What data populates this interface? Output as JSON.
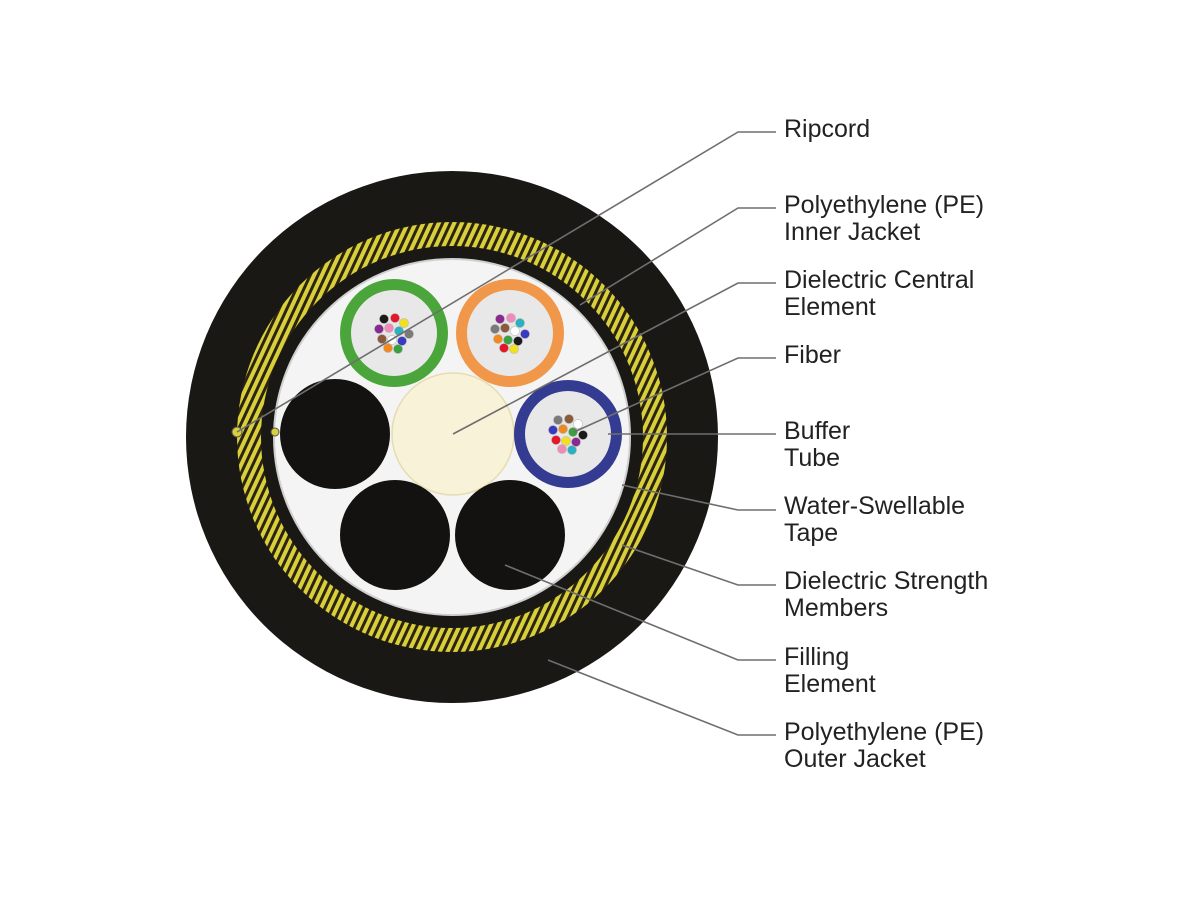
{
  "diagram": {
    "labels": [
      {
        "id": "ripcord",
        "lines": [
          "Ripcord"
        ]
      },
      {
        "id": "inner-jacket",
        "lines": [
          "Polyethylene (PE)",
          "Inner Jacket"
        ]
      },
      {
        "id": "central-element",
        "lines": [
          "Dielectric Central",
          "Element"
        ]
      },
      {
        "id": "fiber",
        "lines": [
          "Fiber"
        ]
      },
      {
        "id": "buffer-tube",
        "lines": [
          "Buffer",
          "Tube"
        ]
      },
      {
        "id": "water-tape",
        "lines": [
          "Water-Swellable",
          "Tape"
        ]
      },
      {
        "id": "strength-members",
        "lines": [
          "Dielectric Strength",
          "Members"
        ]
      },
      {
        "id": "filling-element",
        "lines": [
          "Filling",
          "Element"
        ]
      },
      {
        "id": "outer-jacket",
        "lines": [
          "Polyethylene (PE)",
          "Outer Jacket"
        ]
      }
    ],
    "colors": {
      "outer_jacket": "#1a1814",
      "armor_yellow": "#d8cf3a",
      "tape_white": "#f4f4f4",
      "central_element": "#f8f2d8",
      "tube_green": "#4aa63a",
      "tube_orange": "#f0974a",
      "tube_blue": "#343c92",
      "leader_line": "#6e6e6e"
    },
    "fiber_colors": [
      "#1a1a1a",
      "#e4162a",
      "#f0e020",
      "#8a2a90",
      "#f08ab8",
      "#2ab0c0",
      "#7a7a7a",
      "#8a5a3a",
      "#ffffff",
      "#3a3ac0",
      "#f08a20",
      "#3aa040"
    ]
  }
}
